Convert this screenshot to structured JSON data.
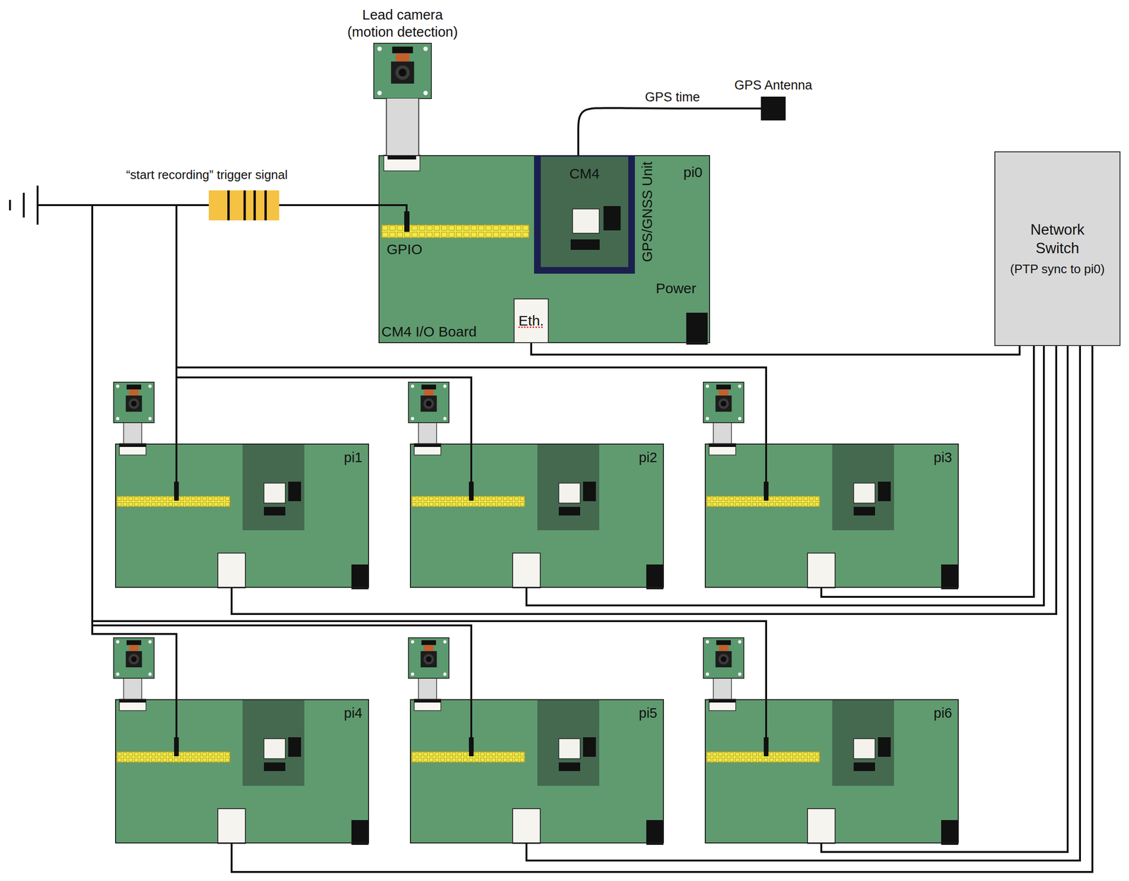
{
  "diagram": {
    "nodes": [
      {
        "text": [
          "Lead camera (motion detection)"
        ]
      },
      {
        "text": [
          "pi0",
          "CM4 I/O Board"
        ]
      },
      {
        "text": [
          "GPS/GNSS Unit"
        ],
        "in": 1
      },
      {
        "text": [
          "CM4"
        ],
        "in": 2
      },
      {
        "text": [
          "Eth."
        ],
        "in": 1
      },
      {
        "text": [
          "GPS Antenna"
        ]
      },
      {
        "text": [
          "Network Switch",
          "(PTP sync to pi0)"
        ]
      },
      {
        "text": [
          "pi1"
        ]
      },
      {
        "text": [
          "pi2"
        ]
      },
      {
        "text": [
          "pi3"
        ]
      },
      {
        "text": [
          "pi4"
        ]
      },
      {
        "text": [
          "pi5"
        ]
      },
      {
        "text": [
          "pi6"
        ]
      }
    ],
    "edges": [
      {
        "from": 0,
        "to": 1,
        "arrow": "none"
      },
      {
        "from": 2,
        "to": 5,
        "label": "GPS time",
        "arrow": "none"
      },
      {
        "from": 4,
        "to": 6,
        "arrow": "none"
      },
      {
        "from": 7,
        "to": 6,
        "arrow": "none"
      },
      {
        "from": 8,
        "to": 6,
        "arrow": "none"
      },
      {
        "from": 9,
        "to": 6,
        "arrow": "none"
      },
      {
        "from": 10,
        "to": 6,
        "arrow": "none"
      },
      {
        "from": 11,
        "to": 6,
        "arrow": "none"
      },
      {
        "from": 12,
        "to": 6,
        "arrow": "none"
      }
    ],
    "labels": [
      "“start recording” trigger signal",
      "GPIO",
      "Power"
    ]
  }
}
